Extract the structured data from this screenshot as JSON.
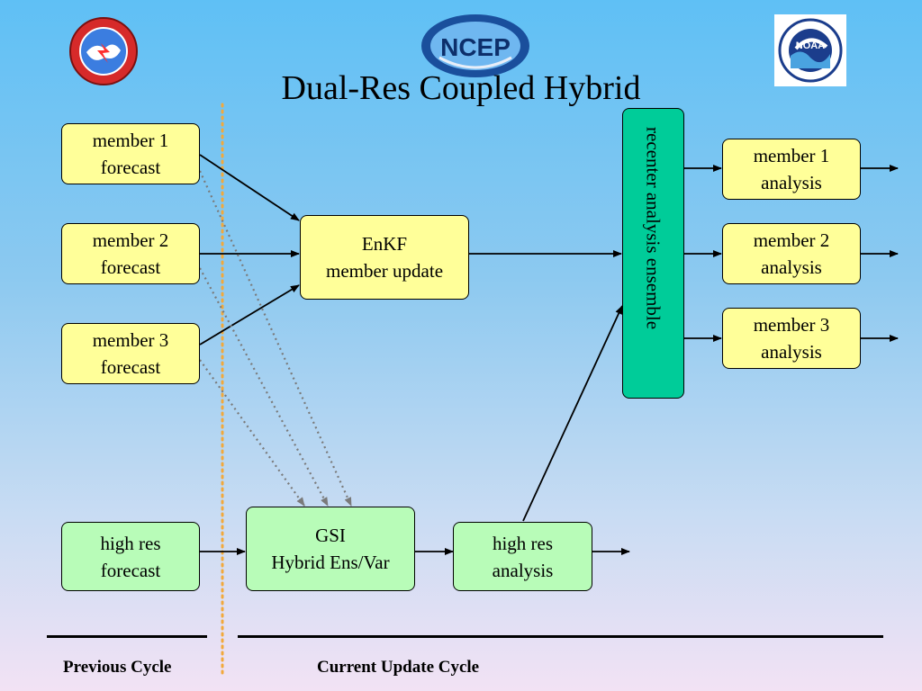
{
  "title": "Dual-Res Coupled Hybrid",
  "logos": {
    "nws": "National Weather Service logo",
    "ncep": {
      "label": "NCEP"
    },
    "noaa": {
      "label": "NOAA"
    }
  },
  "boxes": {
    "member1_forecast": {
      "line1": "member 1",
      "line2": "forecast"
    },
    "member2_forecast": {
      "line1": "member 2",
      "line2": "forecast"
    },
    "member3_forecast": {
      "line1": "member 3",
      "line2": "forecast"
    },
    "enkf": {
      "line1": "EnKF",
      "line2": "member update"
    },
    "recenter": {
      "text": "recenter analysis ensemble"
    },
    "member1_analysis": {
      "line1": "member 1",
      "line2": "analysis"
    },
    "member2_analysis": {
      "line1": "member 2",
      "line2": "analysis"
    },
    "member3_analysis": {
      "line1": "member 3",
      "line2": "analysis"
    },
    "highres_forecast": {
      "line1": "high res",
      "line2": "forecast"
    },
    "gsi": {
      "line1": "GSI",
      "line2": "Hybrid Ens/Var"
    },
    "highres_analysis": {
      "line1": "high res",
      "line2": "analysis"
    }
  },
  "cycles": {
    "previous": "Previous Cycle",
    "current": "Current Update Cycle"
  },
  "colors": {
    "forecast_box": "#ffff99",
    "gsi_box": "#b8fcb8",
    "recenter_box": "#00cc99",
    "cycle_divider": "#f2a93b"
  }
}
